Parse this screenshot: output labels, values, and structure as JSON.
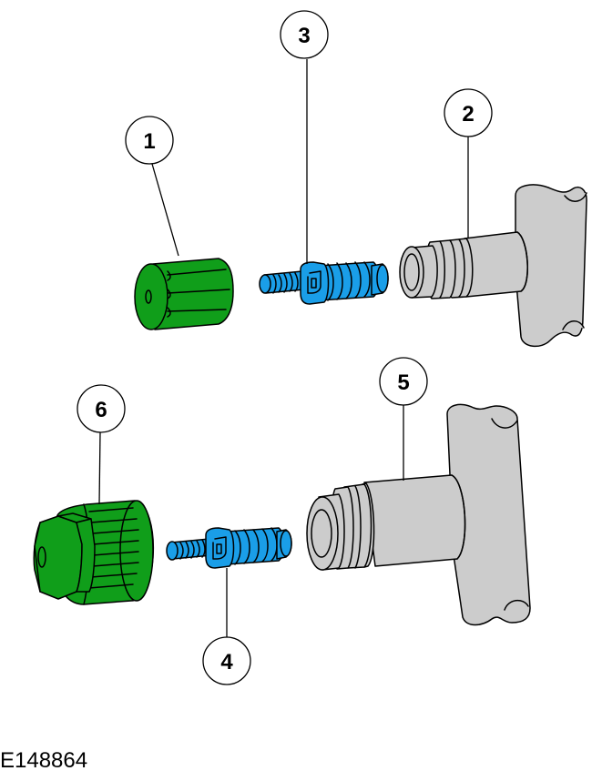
{
  "figure": {
    "reference_code": "E148864",
    "colors": {
      "cap": "#109e1a",
      "valve_core": "#1a9ee8",
      "port": "#cccccc",
      "outline": "#000000"
    }
  },
  "callouts": [
    {
      "number": "1",
      "part": "small-service-cap"
    },
    {
      "number": "2",
      "part": "small-service-port"
    },
    {
      "number": "3",
      "part": "small-valve-core"
    },
    {
      "number": "4",
      "part": "large-valve-core"
    },
    {
      "number": "5",
      "part": "large-service-port"
    },
    {
      "number": "6",
      "part": "large-service-cap"
    }
  ]
}
